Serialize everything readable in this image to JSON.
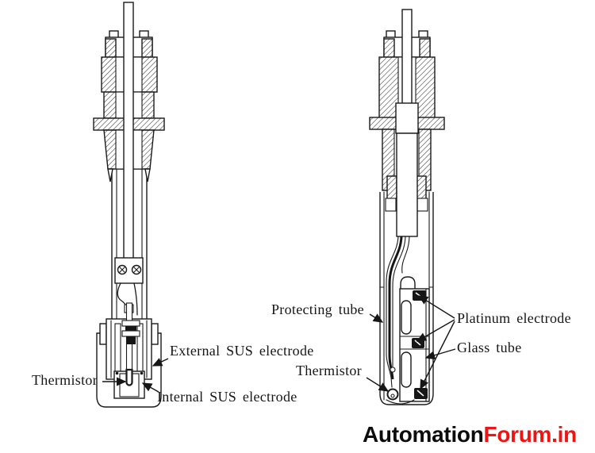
{
  "colors": {
    "background": "#ffffff",
    "ink": "#1a1a1a",
    "watermark_black": "#0c0c0c",
    "watermark_red": "#ef1414"
  },
  "left_diagram": {
    "labels": {
      "external_electrode": "External SUS electrode",
      "thermistor": "Thermistor",
      "internal_electrode": "Internal SUS electrode"
    }
  },
  "right_diagram": {
    "labels": {
      "protecting_tube": "Protecting tube",
      "platinum_electrode": "Platinum electrode",
      "glass_tube": "Glass tube",
      "thermistor": "Thermistor"
    }
  },
  "watermark": {
    "brand": "Automation",
    "suffix": "Forum.in"
  }
}
